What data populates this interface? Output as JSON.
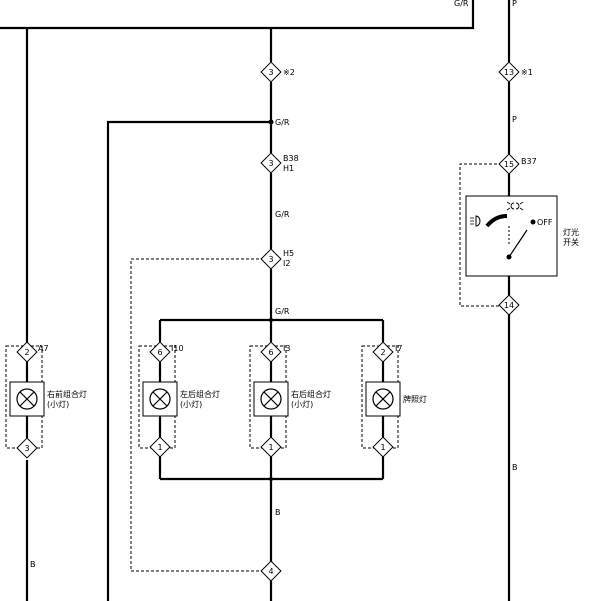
{
  "wire_colors": {
    "top": "G/R",
    "top_right": "P",
    "splice": "G/R",
    "mid": "G/R",
    "bus": "G/R",
    "p_mid": "P",
    "ground_mid": "B",
    "ground_left": "B",
    "ground_right": "B"
  },
  "connectors": {
    "star2": "※2",
    "star1": "※1",
    "b38": "B38",
    "h1": "H1",
    "h5": "H5",
    "i2": "I2",
    "b37": "B37",
    "a7": "A7",
    "i10": "I10",
    "i3": "I3",
    "i7": "I7"
  },
  "pins": {
    "c1": "3",
    "c2": "13",
    "c3": "3",
    "c4": "3",
    "c5": "15",
    "c6": "14",
    "a7_top": "2",
    "a7_bot": "3",
    "i10_top": "6",
    "i10_bot": "1",
    "i3_top": "6",
    "i3_bot": "1",
    "i7_top": "2",
    "i7_bot": "1",
    "bottom": "4"
  },
  "components": {
    "lamp_rf_line1": "右前组合灯",
    "lamp_rf_line2": "(小灯)",
    "lamp_lr_line1": "左后组合灯",
    "lamp_lr_line2": "(小灯)",
    "lamp_rr_line1": "右后组合灯",
    "lamp_rr_line2": "(小灯)",
    "plate_lamp": "牌照灯",
    "switch_line1": "灯光",
    "switch_line2": "开关",
    "switch_off": "OFF"
  }
}
